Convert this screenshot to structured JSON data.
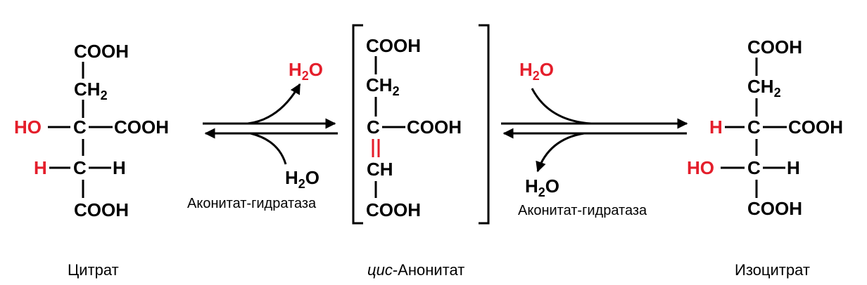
{
  "colors": {
    "text": "#000000",
    "highlight": "#e41e2b",
    "background": "#ffffff"
  },
  "atoms": {
    "cooh": "COOH",
    "ch2_main": "CH",
    "ch2_sub": "2",
    "c": "C",
    "h": "H",
    "ho": "HO",
    "ch": "CH",
    "water_main": "H",
    "water_sub": "2",
    "water_o": "O"
  },
  "enzyme": "Аконитат-гидратаза",
  "compounds": {
    "citrate": {
      "label": "Цитрат"
    },
    "cis_aconitate": {
      "label_italic": "цис",
      "label_rest": "-Анонитат"
    },
    "isocitrate": {
      "label": "Изоцитрат"
    }
  }
}
